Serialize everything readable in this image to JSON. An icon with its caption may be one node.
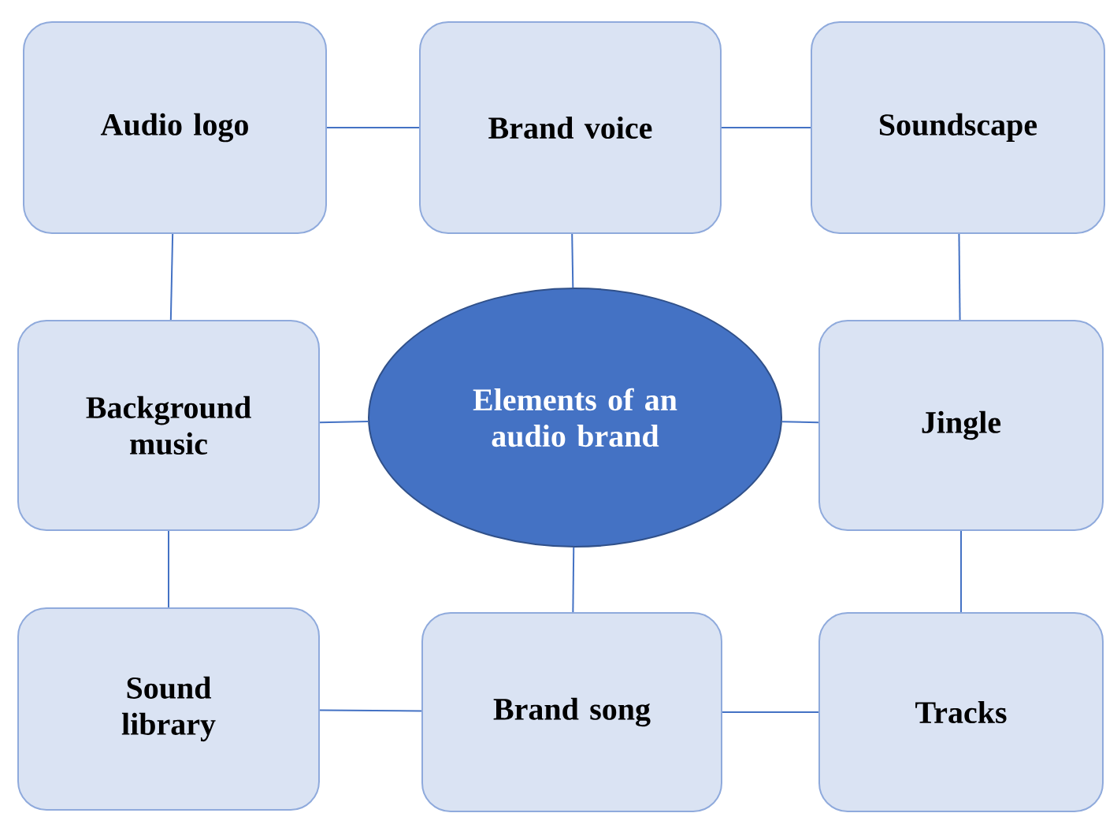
{
  "diagram": {
    "nodes": [
      {
        "text": [
          "Audio logo"
        ]
      },
      {
        "text": [
          "Brand voice"
        ]
      },
      {
        "text": [
          "Soundscape"
        ]
      },
      {
        "text": [
          "Background music"
        ]
      },
      {
        "text": [
          "Elements of an audio brand"
        ]
      },
      {
        "text": [
          "Jingle"
        ]
      },
      {
        "text": [
          "Sound library"
        ]
      },
      {
        "text": [
          "Brand song"
        ]
      },
      {
        "text": [
          "Tracks"
        ]
      }
    ],
    "edges": [
      {
        "from": 0,
        "to": 1,
        "arrow": "none"
      },
      {
        "from": 1,
        "to": 2,
        "arrow": "none"
      },
      {
        "from": 0,
        "to": 3,
        "arrow": "none"
      },
      {
        "from": 1,
        "to": 4,
        "arrow": "none"
      },
      {
        "from": 2,
        "to": 5,
        "arrow": "none"
      },
      {
        "from": 3,
        "to": 4,
        "arrow": "none"
      },
      {
        "from": 4,
        "to": 5,
        "arrow": "none"
      },
      {
        "from": 3,
        "to": 6,
        "arrow": "none"
      },
      {
        "from": 4,
        "to": 7,
        "arrow": "none"
      },
      {
        "from": 5,
        "to": 8,
        "arrow": "none"
      },
      {
        "from": 6,
        "to": 7,
        "arrow": "none"
      },
      {
        "from": 7,
        "to": 8,
        "arrow": "none"
      }
    ]
  }
}
